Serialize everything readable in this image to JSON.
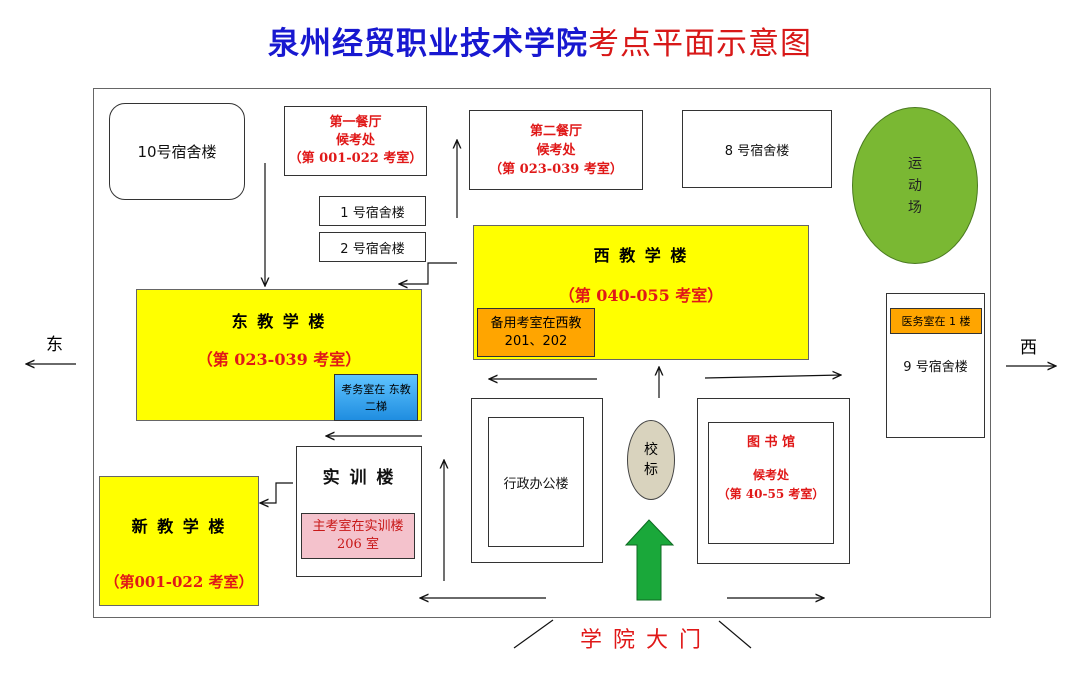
{
  "title": {
    "school": "泉州经贸职业技术学院",
    "suffix": "考点平面示意图"
  },
  "buildings": {
    "dorm10": "10号宿舍楼",
    "canteen1": {
      "name": "第一餐厅",
      "sub": "候考处",
      "rooms": "（第 001-022 考室）"
    },
    "canteen2": {
      "name": "第二餐厅",
      "sub": "候考处",
      "rooms": "（第 023-039 考室）"
    },
    "dorm8": "8 号宿舍楼",
    "sports": [
      "运",
      "动",
      "场"
    ],
    "dorm1": "1 号宿舍楼",
    "dorm2": "2 号宿舍楼",
    "west_teach": {
      "name": "西 教 学 楼",
      "rooms": "（第 040-055 考室）",
      "backup": "备用考室在西教 201、202"
    },
    "east_teach": {
      "name": "东 教 学 楼",
      "rooms": "（第 023-039 考室）",
      "office": "考务室在 东教二梯"
    },
    "medical": "医务室在 1 楼",
    "dorm9": "9 号宿舍楼",
    "training": {
      "name": "实 训 楼",
      "note": "主考室在实训楼 206 室"
    },
    "admin": "行政办公楼",
    "emblem": [
      "校",
      "标"
    ],
    "library": {
      "name": "图 书 馆",
      "sub": "候考处",
      "rooms": "（第 40-55 考室）"
    },
    "new_teach": {
      "name": "新 教 学 楼",
      "rooms": "（第001-022 考室）"
    }
  },
  "directions": {
    "east": "东",
    "west": "西"
  },
  "gate": "学 院 大 门",
  "colors": {
    "yellow": "#ffff00",
    "orange": "#ffa500",
    "blue": "#3fa9f5",
    "pink": "#f4c2cc",
    "green": "#7ab833",
    "gate_arrow": "#1aa83a",
    "ellipse": "#d9d3be",
    "title_blue": "#1818d0",
    "red": "#e01818"
  }
}
